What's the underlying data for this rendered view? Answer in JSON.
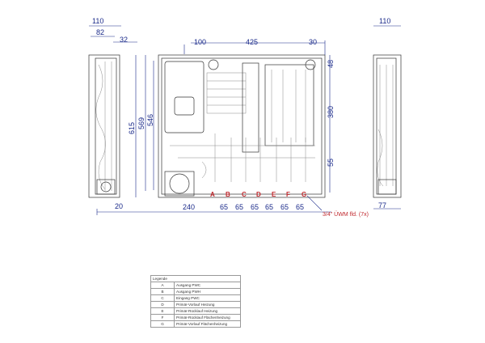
{
  "dimensions": {
    "left_view_width": "110",
    "left_view_depth": "82",
    "left_view_offset": "32",
    "left_view_bottom": "20",
    "top_left": "100",
    "top_mid": "425",
    "top_right": "30",
    "right_top": "48",
    "right_mid": "380",
    "right_bottom": "55",
    "height_total": "615",
    "height_mid": "569",
    "height_inner": "546",
    "bottom_left": "240",
    "spacing": [
      "65",
      "65",
      "65",
      "65",
      "65",
      "65"
    ],
    "right_view_width": "110",
    "right_view_bottom": "77"
  },
  "connections": [
    "A",
    "B",
    "C",
    "D",
    "E",
    "F",
    "G"
  ],
  "connection_note": "3/4\" ÜWM fld. (7x)",
  "legend": {
    "title": "Legende",
    "rows": [
      {
        "key": "A",
        "label": "Ausgang PWC"
      },
      {
        "key": "B",
        "label": "Ausgang PWH"
      },
      {
        "key": "C",
        "label": "Eingang PWC"
      },
      {
        "key": "D",
        "label": "Primär-Vorlauf Heizung"
      },
      {
        "key": "E",
        "label": "Primär-Rücklauf Heizung"
      },
      {
        "key": "F",
        "label": "Primär-Rücklauf Flächenheizung"
      },
      {
        "key": "G",
        "label": "Primär-Vorlauf Flächenheizung"
      }
    ]
  }
}
